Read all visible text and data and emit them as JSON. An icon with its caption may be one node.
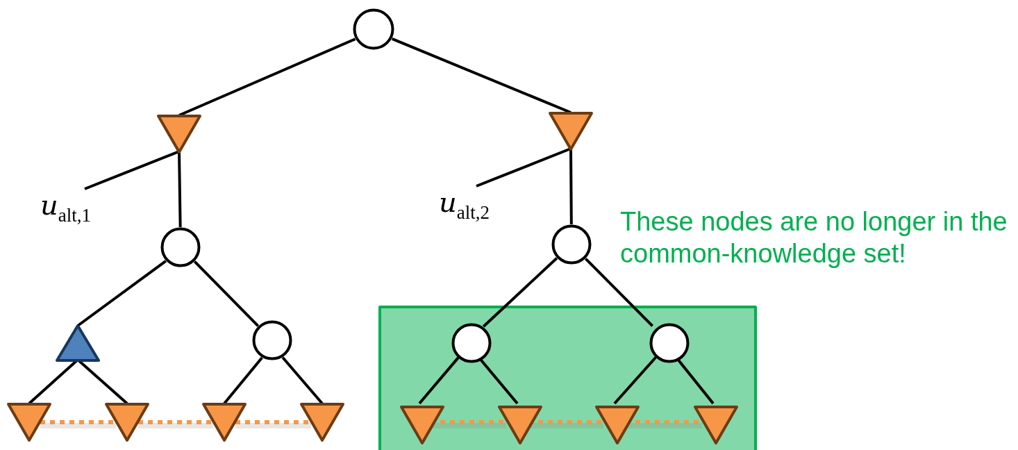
{
  "diagram": {
    "nodes": [
      {
        "text": [],
        "shape": "circle"
      },
      {
        "text": [],
        "shape": "triangle"
      },
      {
        "text": [],
        "shape": "triangle"
      },
      {
        "text": [
          "*u*$_{alt,1}$"
        ]
      },
      {
        "text": [],
        "shape": "circle"
      },
      {
        "text": [
          "*u*$_{alt,2}$"
        ]
      },
      {
        "text": [],
        "shape": "circle"
      },
      {
        "text": [],
        "shape": "triangle"
      },
      {
        "text": [],
        "shape": "circle"
      },
      {
        "text": [],
        "shape": "box"
      },
      {
        "text": [],
        "shape": "circle",
        "in": 9
      },
      {
        "text": [],
        "shape": "circle",
        "in": 9
      },
      {
        "text": [],
        "shape": "triangle"
      },
      {
        "text": [],
        "shape": "triangle"
      },
      {
        "text": [],
        "shape": "triangle"
      },
      {
        "text": [],
        "shape": "triangle"
      },
      {
        "text": [],
        "shape": "triangle",
        "in": 9
      },
      {
        "text": [],
        "shape": "triangle",
        "in": 9
      },
      {
        "text": [],
        "shape": "triangle",
        "in": 9
      },
      {
        "text": [],
        "shape": "triangle",
        "in": 9
      }
    ],
    "edges": [
      {
        "from": 0,
        "to": 1,
        "arrow": "none"
      },
      {
        "from": 0,
        "to": 2,
        "arrow": "none"
      },
      {
        "from": 1,
        "to": 3,
        "arrow": "none"
      },
      {
        "from": 1,
        "to": 4,
        "arrow": "none"
      },
      {
        "from": 2,
        "to": 5,
        "arrow": "none"
      },
      {
        "from": 2,
        "to": 6,
        "arrow": "none"
      },
      {
        "from": 4,
        "to": 7,
        "arrow": "none"
      },
      {
        "from": 4,
        "to": 8,
        "arrow": "none"
      },
      {
        "from": 6,
        "to": 10,
        "arrow": "none"
      },
      {
        "from": 6,
        "to": 11,
        "arrow": "none"
      },
      {
        "from": 7,
        "to": 12,
        "arrow": "none"
      },
      {
        "from": 7,
        "to": 13,
        "arrow": "none"
      },
      {
        "from": 8,
        "to": 14,
        "arrow": "none"
      },
      {
        "from": 8,
        "to": 15,
        "arrow": "none"
      },
      {
        "from": 10,
        "to": 16,
        "arrow": "none"
      },
      {
        "from": 10,
        "to": 17,
        "arrow": "none"
      },
      {
        "from": 11,
        "to": 18,
        "arrow": "none"
      },
      {
        "from": 11,
        "to": 19,
        "arrow": "none"
      },
      {
        "from": 12,
        "to": 13,
        "arrow": "none",
        "style": "dashed",
        "color": "#f79646"
      },
      {
        "from": 13,
        "to": 14,
        "arrow": "none",
        "style": "dashed",
        "color": "#f79646"
      },
      {
        "from": 14,
        "to": 15,
        "arrow": "none",
        "style": "dashed",
        "color": "#f79646"
      },
      {
        "from": 16,
        "to": 17,
        "arrow": "none",
        "style": "dashed",
        "color": "#f79646"
      },
      {
        "from": 17,
        "to": 18,
        "arrow": "none",
        "style": "dashed",
        "color": "#f79646"
      },
      {
        "from": 18,
        "to": 19,
        "arrow": "none",
        "style": "dashed",
        "color": "#f79646"
      }
    ],
    "labels": [
      "These nodes are no longer in the common-knowledge set!"
    ]
  }
}
